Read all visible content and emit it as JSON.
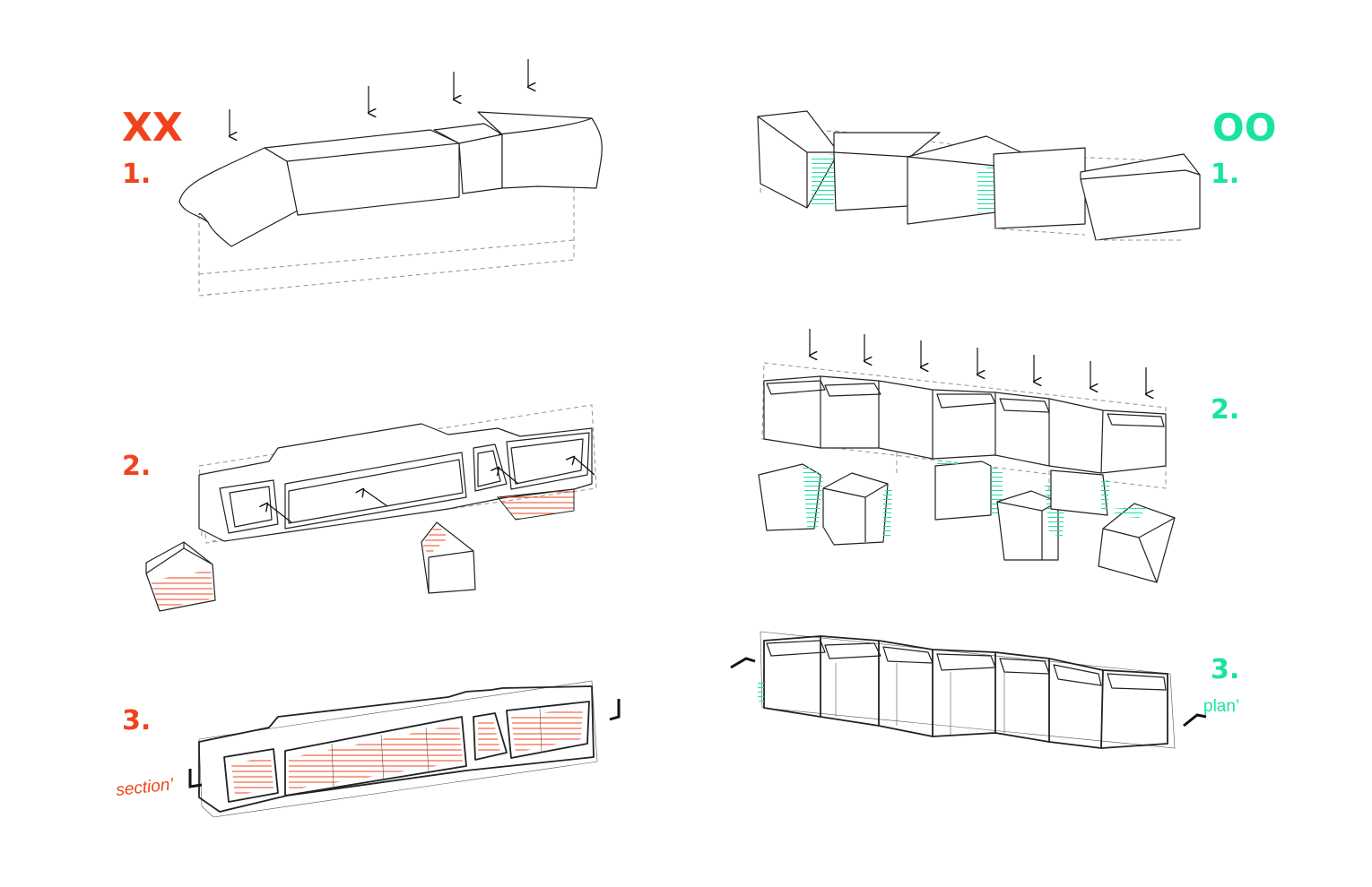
{
  "left": {
    "title": "XX",
    "steps": [
      "1.",
      "2.",
      "3."
    ],
    "annotation": "section’",
    "color": "#f0431c"
  },
  "right": {
    "title": "OO",
    "steps": [
      "1.",
      "2.",
      "3."
    ],
    "annotation": "plan’",
    "color": "#19e3a2"
  }
}
